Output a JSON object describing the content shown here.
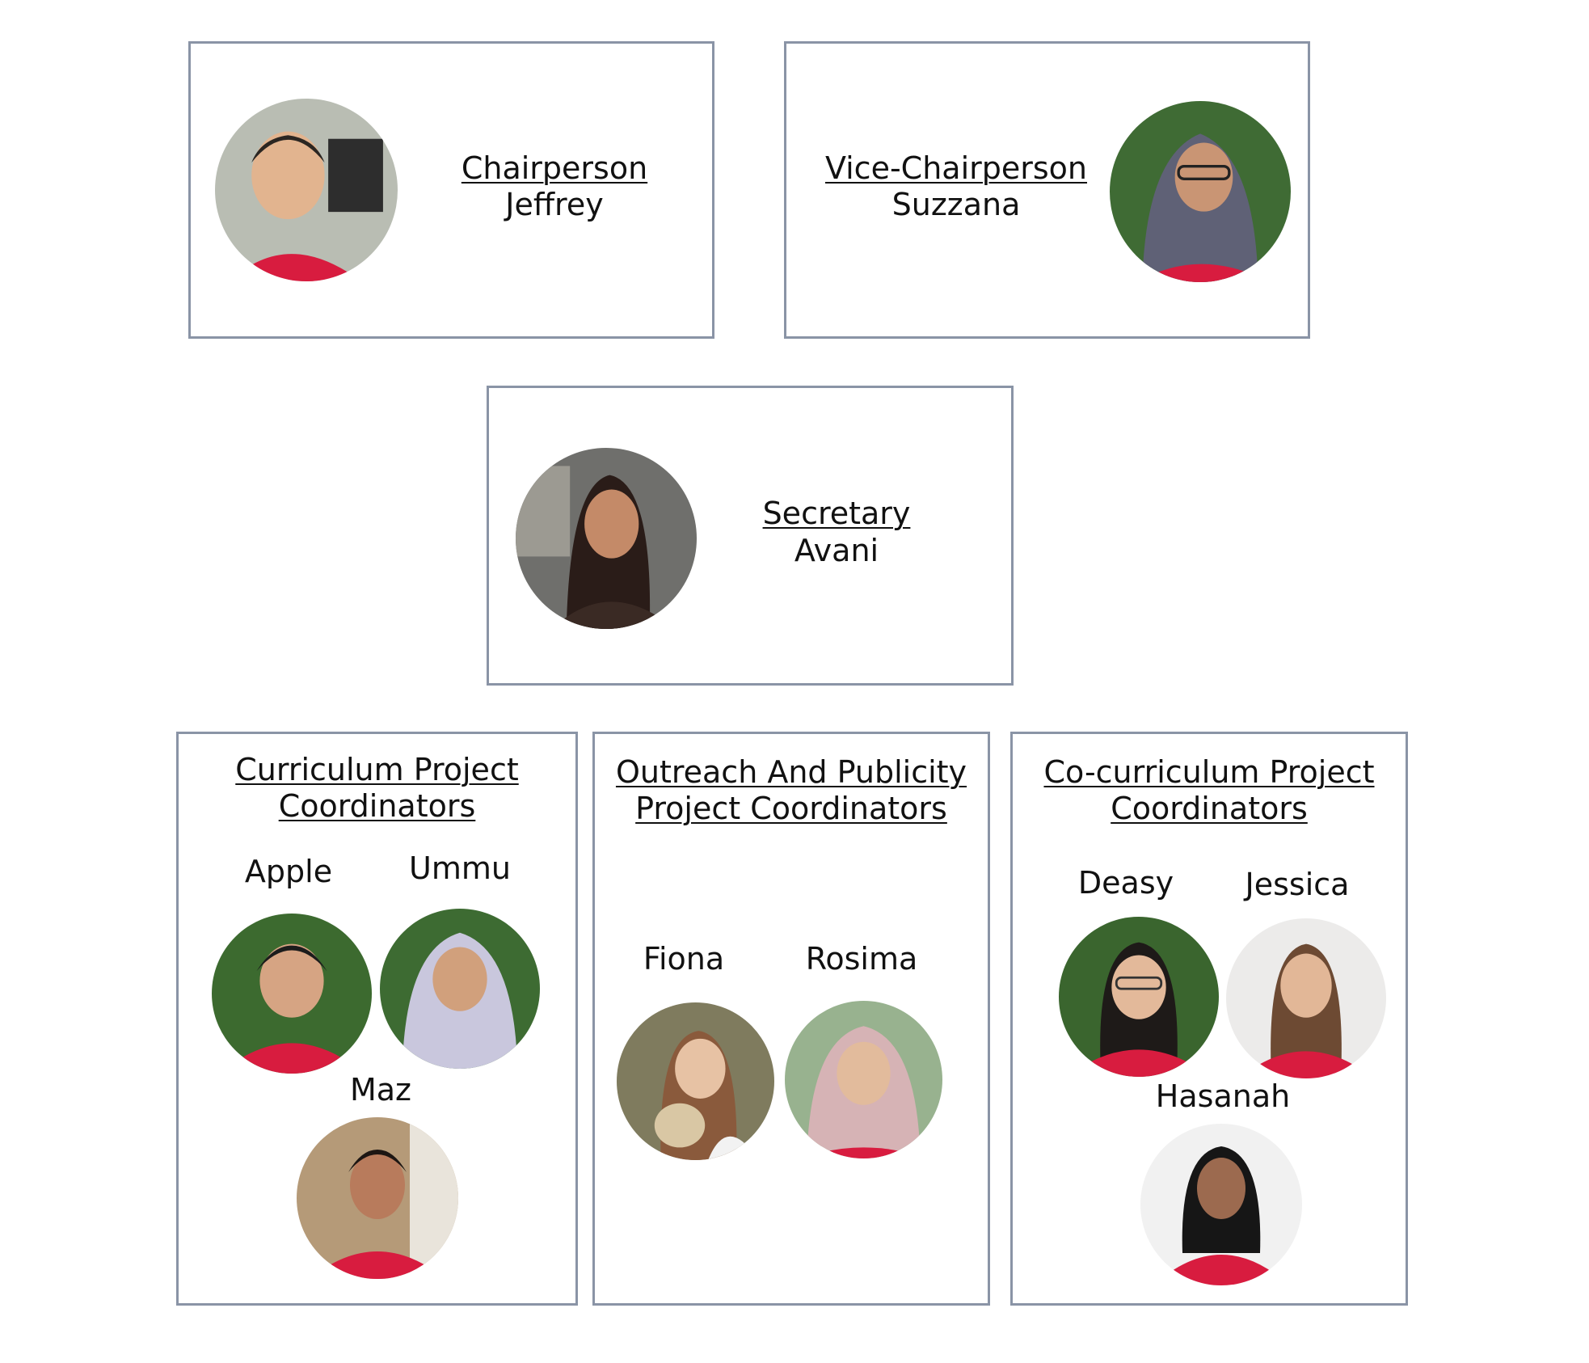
{
  "chairperson": {
    "role": "Chairperson",
    "name": "Jeffrey"
  },
  "vice_chairperson": {
    "role": "Vice-Chairperson",
    "name": "Suzzana"
  },
  "secretary": {
    "role": "Secretary",
    "name": "Avani"
  },
  "curriculum": {
    "title_line1": "Curriculum Project",
    "title_line2": "Coordinators",
    "members": [
      "Apple",
      "Ummu",
      "Maz"
    ]
  },
  "outreach": {
    "title_line1": "Outreach And Publicity",
    "title_line2": "Project Coordinators",
    "members": [
      "Fiona",
      "Rosima"
    ]
  },
  "cocurriculum": {
    "title_line1": "Co-curriculum Project",
    "title_line2": "Coordinators",
    "members": [
      "Deasy",
      "Jessica",
      "Hasanah"
    ]
  },
  "colors": {
    "box_border": "#8a94a6",
    "shirt_red": "#d81c3f",
    "leaf_green": "#2f5e2a"
  }
}
